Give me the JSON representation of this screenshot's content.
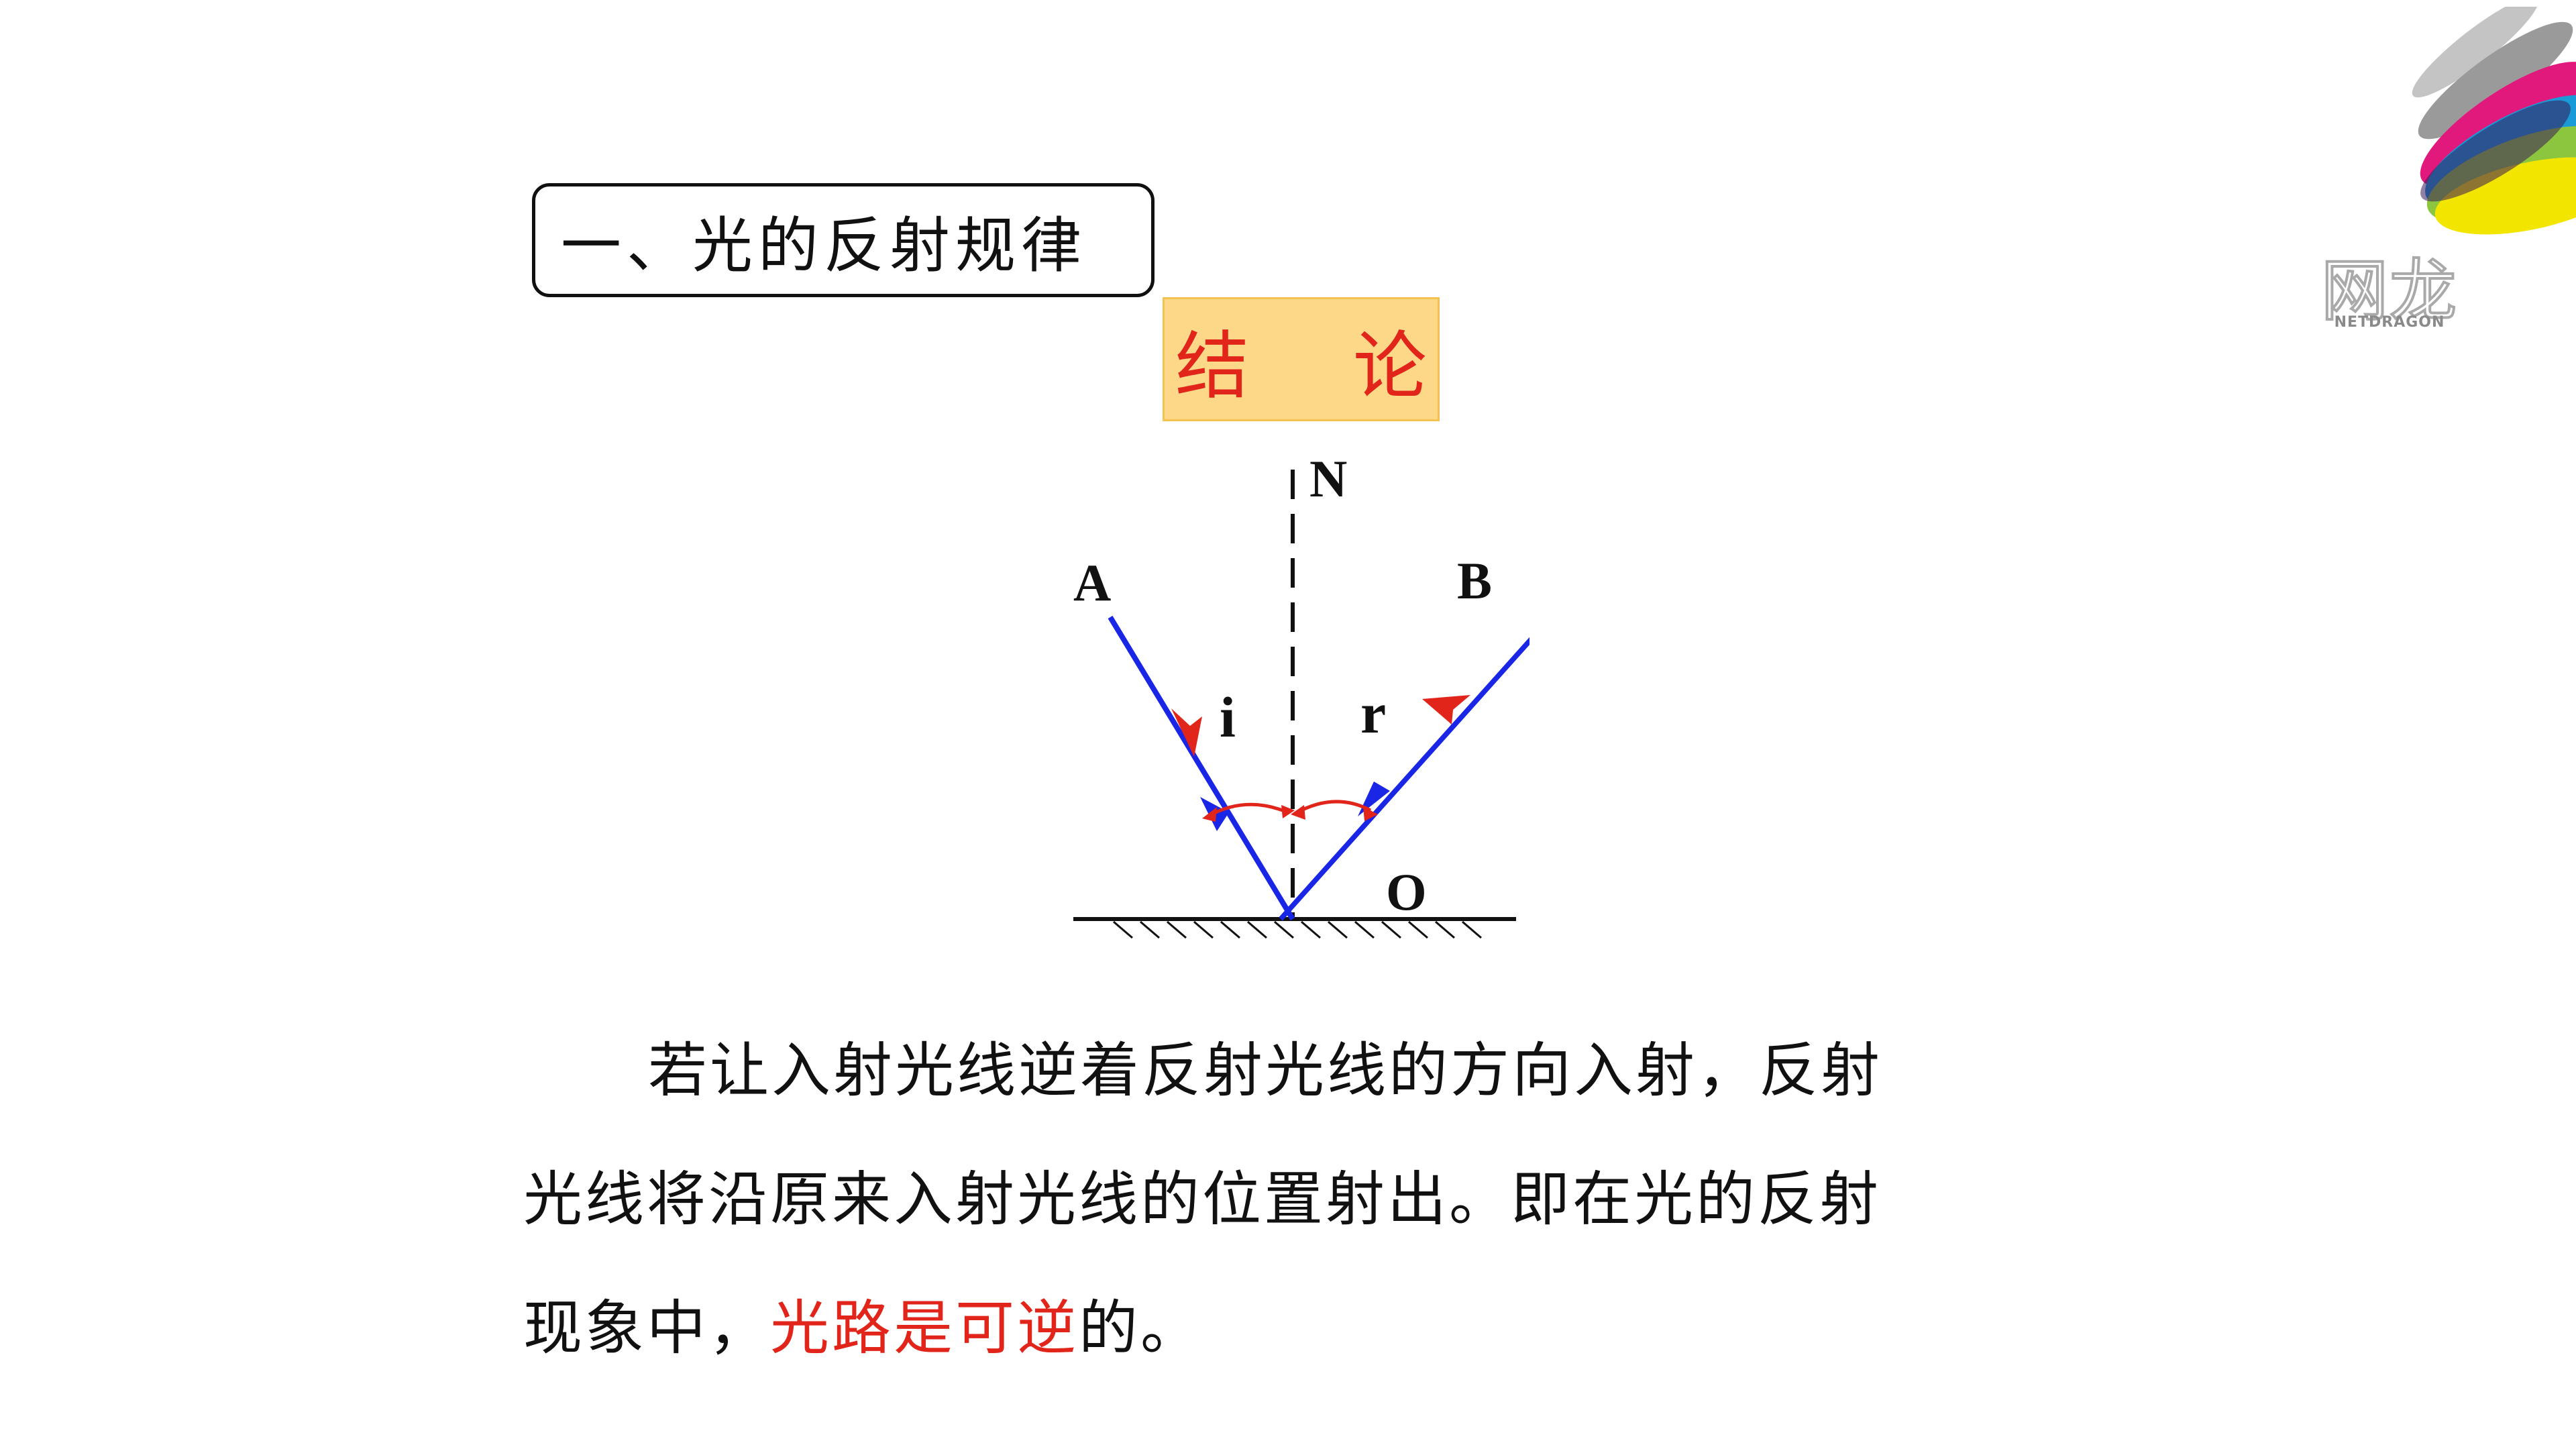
{
  "section_title": "一、光的反射规律",
  "conclusion_label": "结 论",
  "diagram": {
    "labels": {
      "normal": "N",
      "incident_point": "A",
      "reflected_point": "B",
      "origin": "O",
      "incidence_angle": "i",
      "reflection_angle": "r"
    },
    "colors": {
      "ray": "#1a26e6",
      "arrow": "#e1251b",
      "angle_arc": "#e1251b",
      "normal": "#111111",
      "mirror": "#111111"
    }
  },
  "paragraph": {
    "line1": "若让入射光线逆着反射光线的方向入射，反射",
    "line2": "光线将沿原来入射光线的位置射出。即在光的反射",
    "line3_prefix": "现象中，",
    "line3_highlight": "光路是可逆",
    "line3_suffix": "的。"
  },
  "logo": {
    "name_cn": "网龙",
    "name_en": "NETDRAGON",
    "colors": {
      "pink": "#e2197d",
      "blue": "#1a9ad6",
      "green": "#8cc63f",
      "yellow": "#f2e500",
      "gray": "#b5b5b5"
    }
  },
  "colors": {
    "accent_red": "#e1251b",
    "badge_background": "#fdd889"
  }
}
